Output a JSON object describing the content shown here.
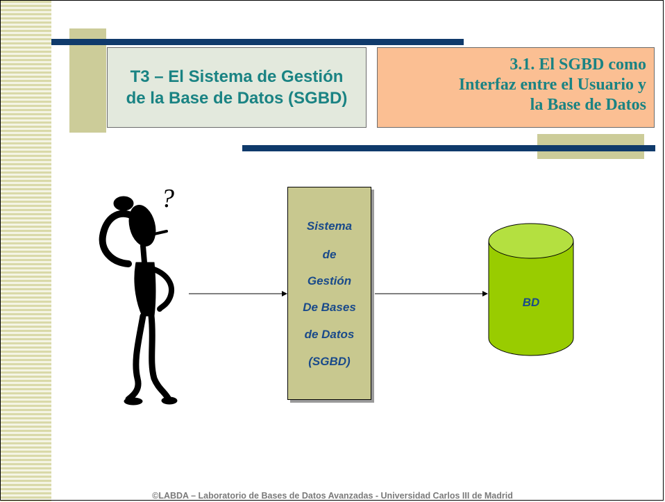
{
  "slide": {
    "title": "T3 – El Sistema de Gestión de la Base de Datos (SGBD)",
    "subtitle_lines": [
      "3.1. El SGBD como",
      "Interfaz entre el Usuario y",
      "la Base de Datos"
    ],
    "footer": "©LABDA – Laboratorio de Bases de Datos Avanzadas - Universidad Carlos III de Madrid"
  },
  "diagram": {
    "user_question": "?",
    "sgbd_lines": [
      "Sistema",
      "de",
      "Gestión",
      "De Bases",
      "de Datos",
      "(SGBD)"
    ],
    "database_label": "BD"
  },
  "colors": {
    "title_text": "#1a8383",
    "navy_bar": "#0f3a6b",
    "olive_block": "#cccc99",
    "title_box_bg": "#e3e9dd",
    "subtitle_box_bg": "#fbbf93",
    "sgbd_box_bg": "#c8c88f",
    "cylinder": "#99cc00"
  }
}
